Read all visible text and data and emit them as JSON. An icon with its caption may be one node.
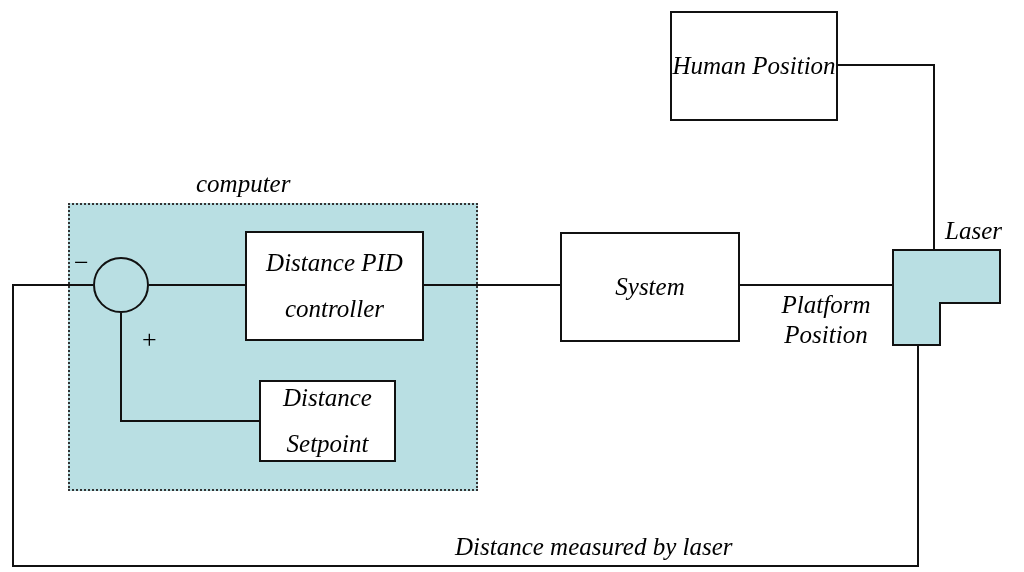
{
  "diagram": {
    "nodes": [
      {
        "text": [
          "computer"
        ]
      },
      {
        "text": [],
        "shape": "circle",
        "in": 0
      },
      {
        "text": [
          "Distance PID controller"
        ],
        "in": 0
      },
      {
        "text": [
          "Distance Setpoint"
        ],
        "in": 0
      },
      {
        "text": [
          "System"
        ]
      },
      {
        "text": [
          "Human Position"
        ]
      },
      {
        "text": [
          "Laser"
        ]
      }
    ],
    "edges": [
      {
        "from": 1,
        "to": 2,
        "arrow": "none"
      },
      {
        "from": 2,
        "to": 4,
        "arrow": "none"
      },
      {
        "from": 4,
        "to": 6,
        "arrow": "none",
        "label": "Platform Position"
      },
      {
        "from": 3,
        "to": 1,
        "arrow": "none"
      },
      {
        "from": 5,
        "to": 6,
        "arrow": "none"
      },
      {
        "from": 6,
        "to": 1,
        "arrow": "none",
        "label": "Distance measured by laser"
      }
    ],
    "labels": [
      "−",
      "+"
    ]
  }
}
